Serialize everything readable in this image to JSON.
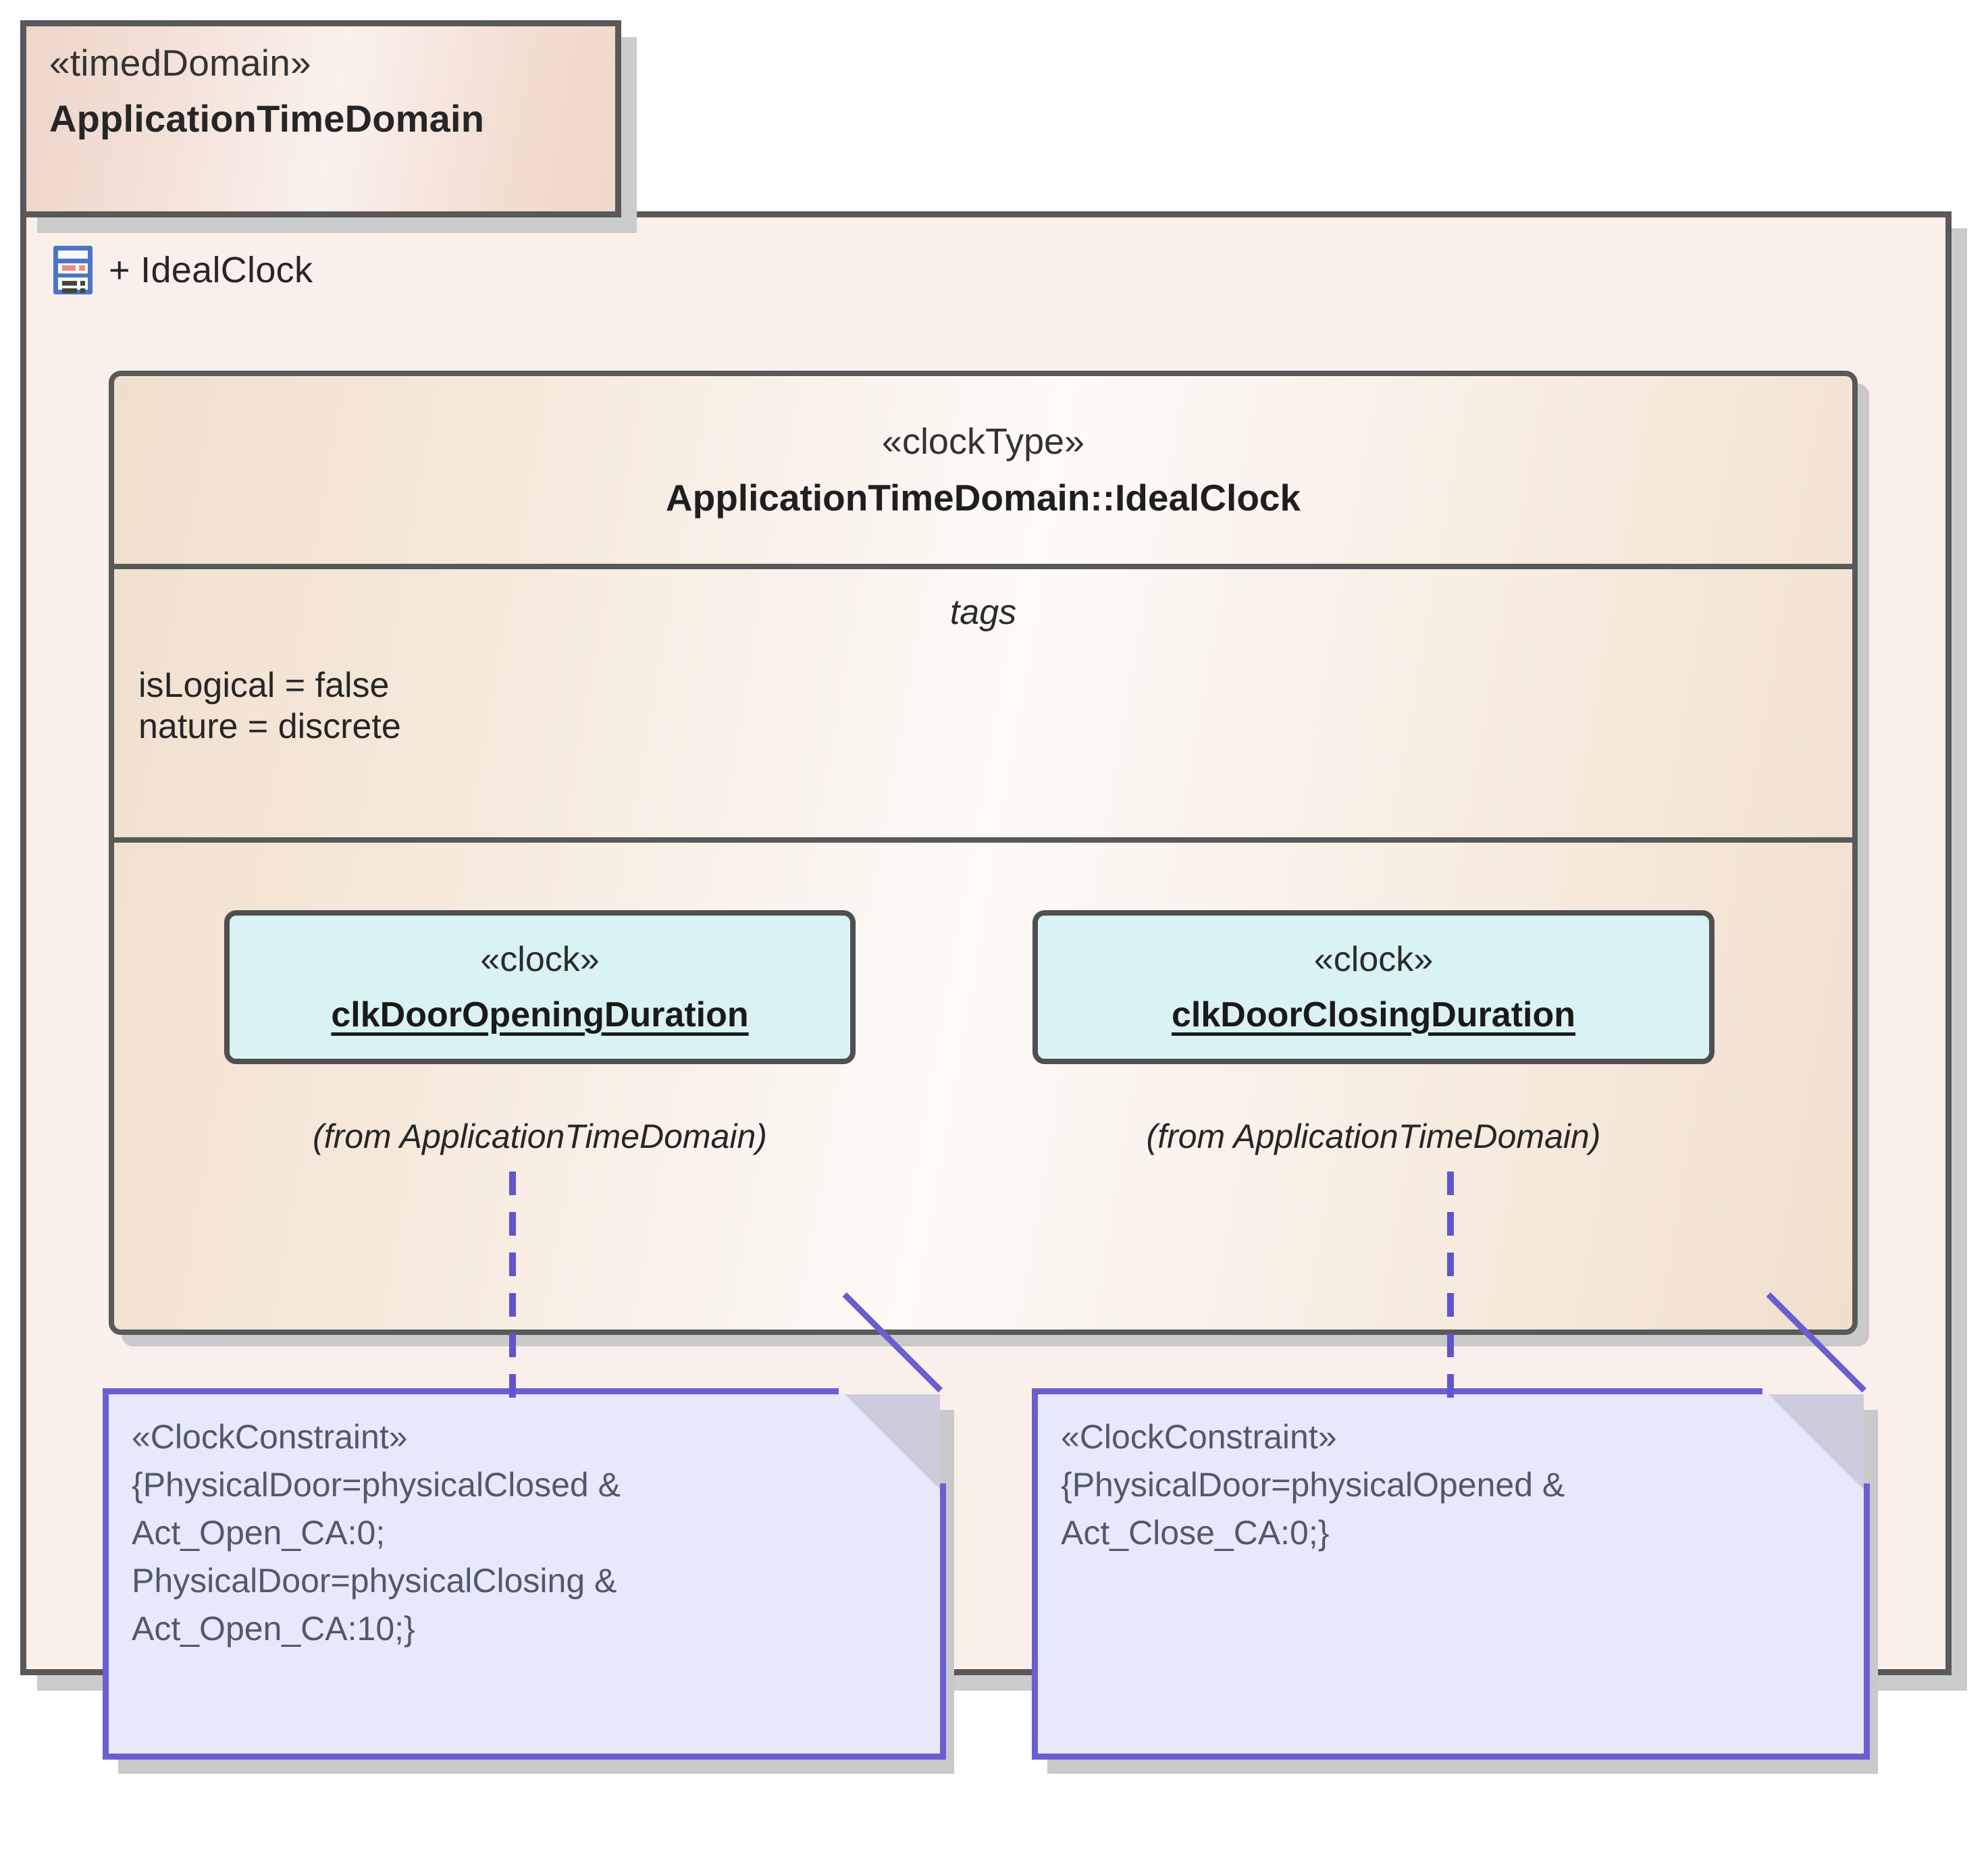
{
  "package": {
    "stereotype": "«timedDomain»",
    "name": "ApplicationTimeDomain",
    "member": {
      "icon": "clock-resource-icon",
      "label": "+ IdealClock"
    }
  },
  "clock_type": {
    "stereotype": "«clockType»",
    "qualified_name": "ApplicationTimeDomain::IdealClock",
    "tags_caption": "tags",
    "tags": [
      "isLogical = false",
      "nature = discrete"
    ],
    "clocks": [
      {
        "stereotype": "«clock»",
        "name": "clkDoorOpeningDuration",
        "from": "(from ApplicationTimeDomain)"
      },
      {
        "stereotype": "«clock»",
        "name": "clkDoorClosingDuration",
        "from": "(from ApplicationTimeDomain)"
      }
    ]
  },
  "notes": [
    {
      "stereotype": "«ClockConstraint»",
      "lines": [
        "{PhysicalDoor=physicalClosed &",
        "Act_Open_CA:0;",
        "PhysicalDoor=physicalClosing &",
        "Act_Open_CA:10;}"
      ],
      "text": "«ClockConstraint»\n{PhysicalDoor=physicalClosed &\nAct_Open_CA:0;\nPhysicalDoor=physicalClosing &\nAct_Open_CA:10;}"
    },
    {
      "stereotype": "«ClockConstraint»",
      "lines": [
        "{PhysicalDoor=physicalOpened &",
        "Act_Close_CA:0;}"
      ],
      "text": "«ClockConstraint»\n{PhysicalDoor=physicalOpened &\nAct_Close_CA:0;}"
    }
  ],
  "colors": {
    "package_border": "#595959",
    "package_body_fill": "#fbefeb",
    "clocktype_fill": "#f3e4d3",
    "clock_fill": "#d9f2f3",
    "note_fill": "#e8e8fb",
    "note_border": "#6a5fd0",
    "link_dash": "#6055cc",
    "icon_blue": "#4a76c4",
    "icon_red": "#ef8a8a",
    "shadow": "#c9c9c9"
  }
}
